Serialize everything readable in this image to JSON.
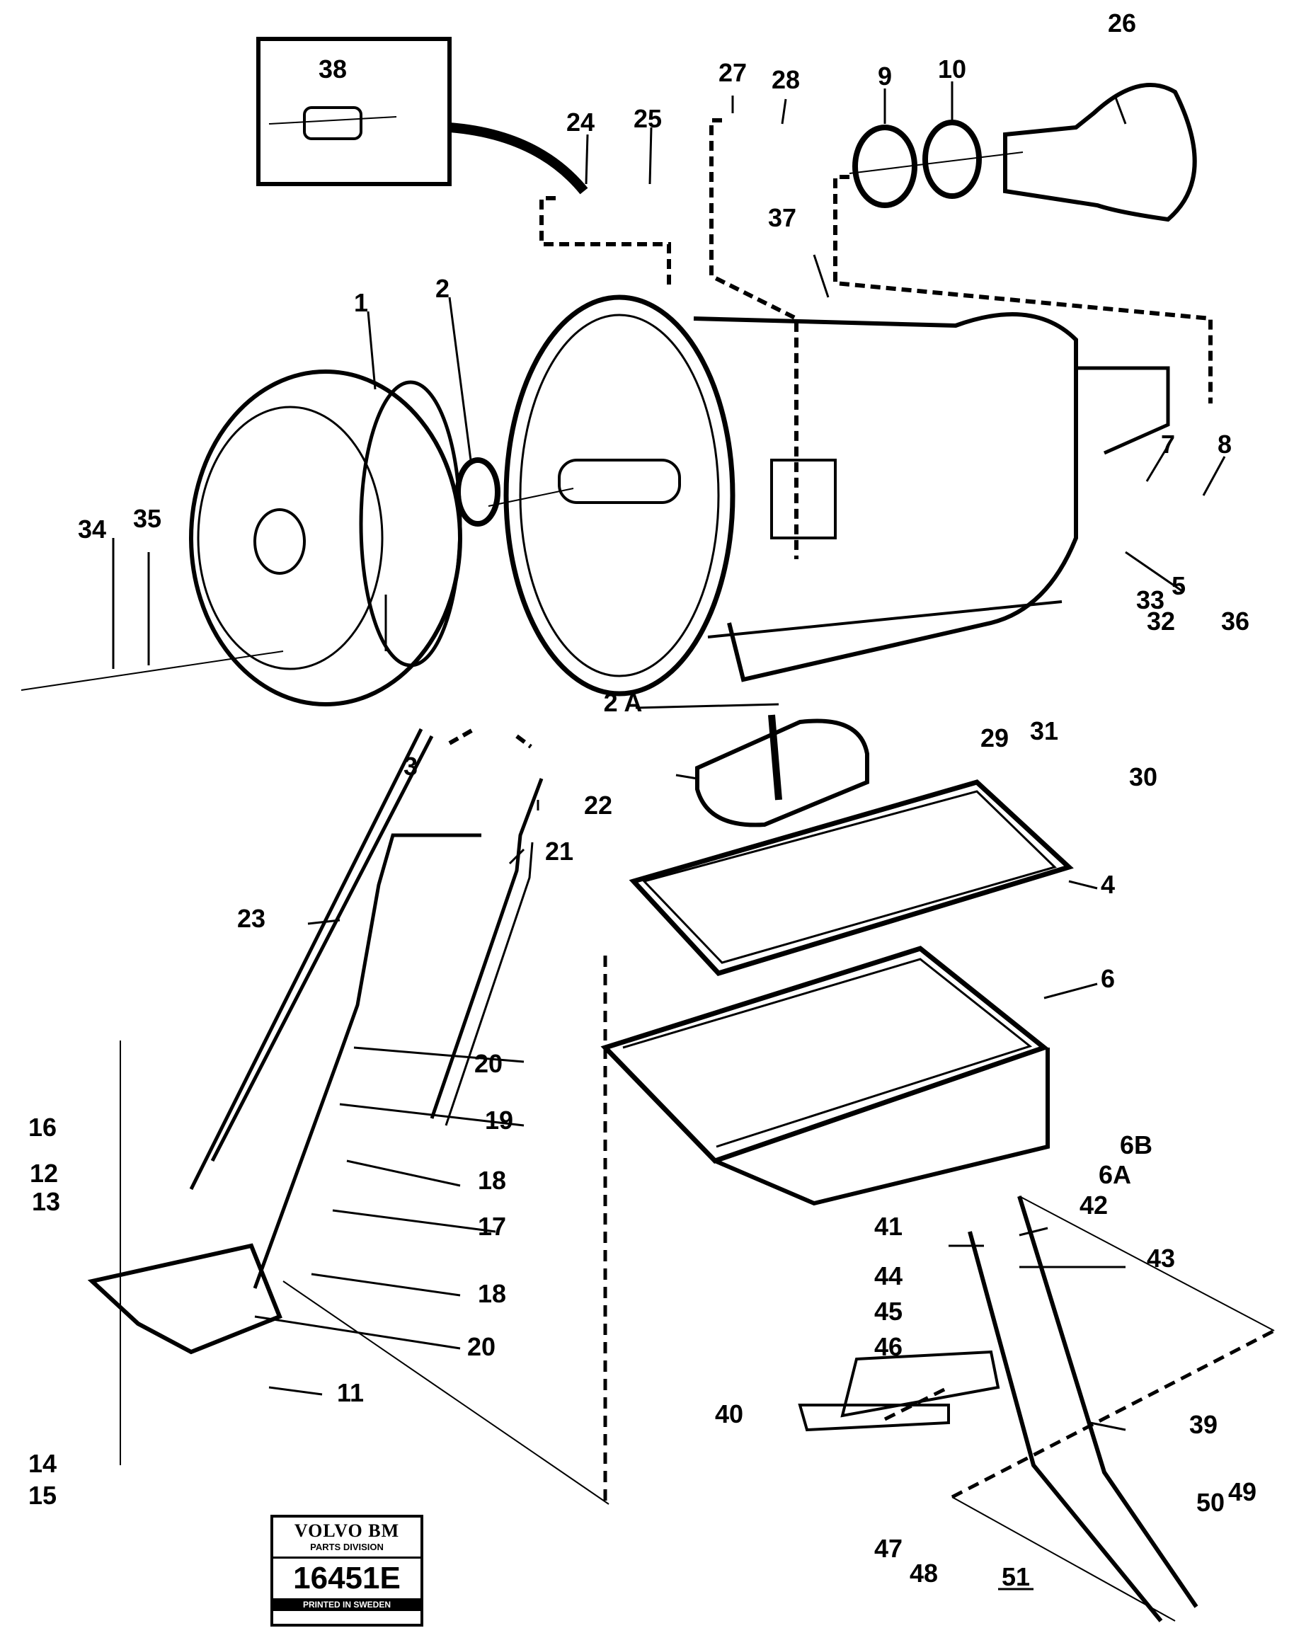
{
  "diagram": {
    "callouts": [
      "1",
      "2",
      "2 A",
      "3",
      "4",
      "5",
      "6",
      "6A",
      "6B",
      "7",
      "8",
      "9",
      "10",
      "11",
      "12",
      "13",
      "14",
      "15",
      "16",
      "17",
      "18",
      "18",
      "19",
      "20",
      "20",
      "21",
      "22",
      "23",
      "24",
      "25",
      "26",
      "27",
      "28",
      "29",
      "30",
      "31",
      "32",
      "33",
      "34",
      "35",
      "36",
      "37",
      "38",
      "39",
      "40",
      "41",
      "42",
      "43",
      "44",
      "45",
      "46",
      "47",
      "48",
      "49",
      "50",
      "51"
    ]
  },
  "stamp": {
    "brand": "VOLVO BM",
    "division": "PARTS DIVISION",
    "number": "16451E",
    "printed": "PRINTED IN SWEDEN"
  }
}
